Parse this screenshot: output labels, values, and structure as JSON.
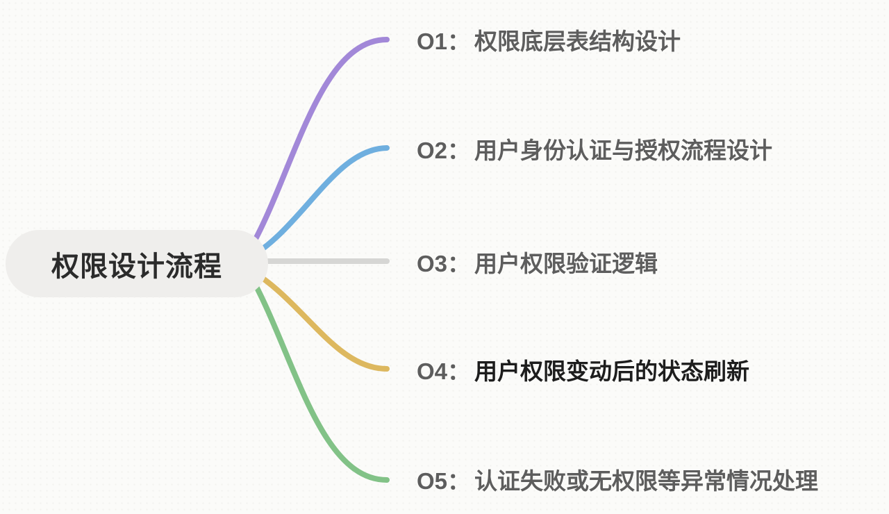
{
  "page": {
    "background_color": "#fbfbf9",
    "type": "mindmap"
  },
  "root_node": {
    "label": "权限设计流程",
    "background_color": "#efeeec",
    "text_color": "#2b2b2b"
  },
  "text_colors": {
    "normal": "#5d5d5d",
    "emphasis": "#1d1d1d"
  },
  "branches": [
    {
      "id": "O1",
      "prefix": "O1：",
      "label": "权限底层表结构设计",
      "line_color": "#a288d8",
      "emphasis": false
    },
    {
      "id": "O2",
      "prefix": "O2：",
      "label": "用户身份认证与授权流程设计",
      "line_color": "#6fafdf",
      "emphasis": false
    },
    {
      "id": "O3",
      "prefix": "O3：",
      "label": "用户权限验证逻辑",
      "line_color": "#d6d6d4",
      "emphasis": false
    },
    {
      "id": "O4",
      "prefix": "O4：",
      "label": "用户权限变动后的状态刷新",
      "line_color": "#ddb85f",
      "emphasis": true
    },
    {
      "id": "O5",
      "prefix": "O5：",
      "label": "认证失败或无权限等异常情况处理",
      "line_color": "#82c287",
      "emphasis": false
    }
  ]
}
